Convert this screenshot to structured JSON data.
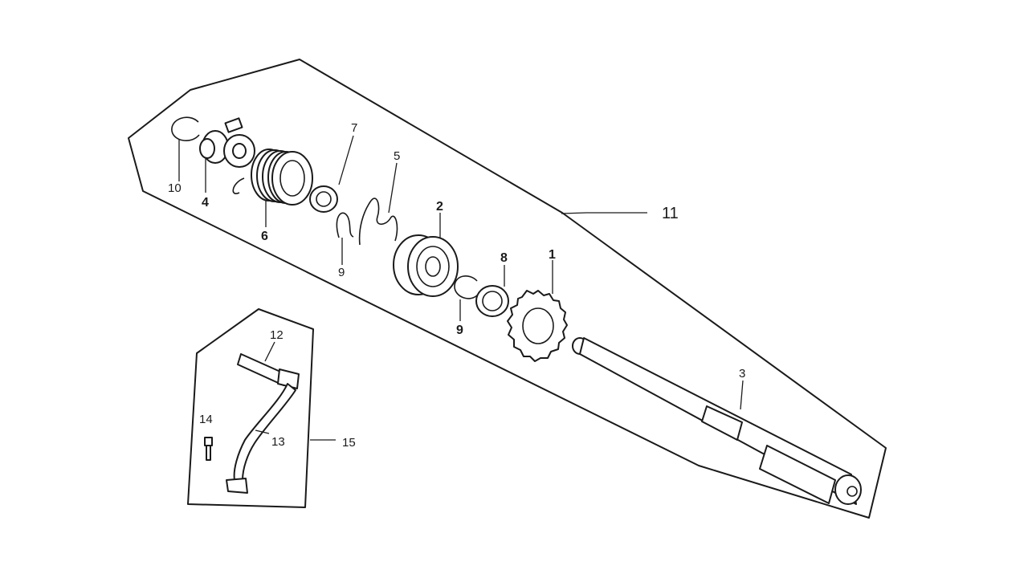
{
  "diagram": {
    "callouts": {
      "c1": "1",
      "c2": "2",
      "c3": "3",
      "c4": "4",
      "c5": "5",
      "c6": "6",
      "c7": "7",
      "c8": "8",
      "c9a": "9",
      "c9b": "9",
      "c10": "10",
      "c11": "11",
      "c12": "12",
      "c13": "13",
      "c14": "14",
      "c15": "15"
    }
  }
}
